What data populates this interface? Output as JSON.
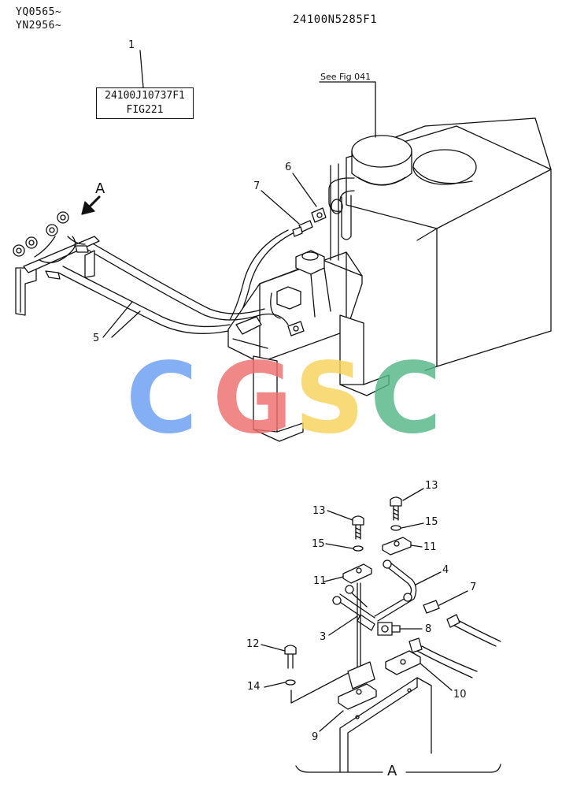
{
  "header": {
    "serial_1": "YQ0565~",
    "serial_2": "YN2956~",
    "drawing_no": "24100N5285F1"
  },
  "ref_box": {
    "part_no": "24100J10737F1",
    "fig": "FIG221",
    "callout": "1"
  },
  "see_fig": "See Fig 041",
  "view_label": "A",
  "view_label_bottom": "A",
  "callouts": {
    "c3": "3",
    "c4": "4",
    "c5": "5",
    "c6": "6",
    "c7_top": "7",
    "c7_detail": "7",
    "c8": "8",
    "c9": "9",
    "c10": "10",
    "c11_a": "11",
    "c11_b": "11",
    "c12": "12",
    "c13_a": "13",
    "c13_b": "13",
    "c14": "14",
    "c15_a": "15",
    "c15_b": "15"
  },
  "watermark": {
    "letters": [
      "C",
      "G",
      "S",
      "C"
    ],
    "colors": [
      "#6b9ef2",
      "#ef6e6e",
      "#f7d35c",
      "#55b887"
    ]
  }
}
